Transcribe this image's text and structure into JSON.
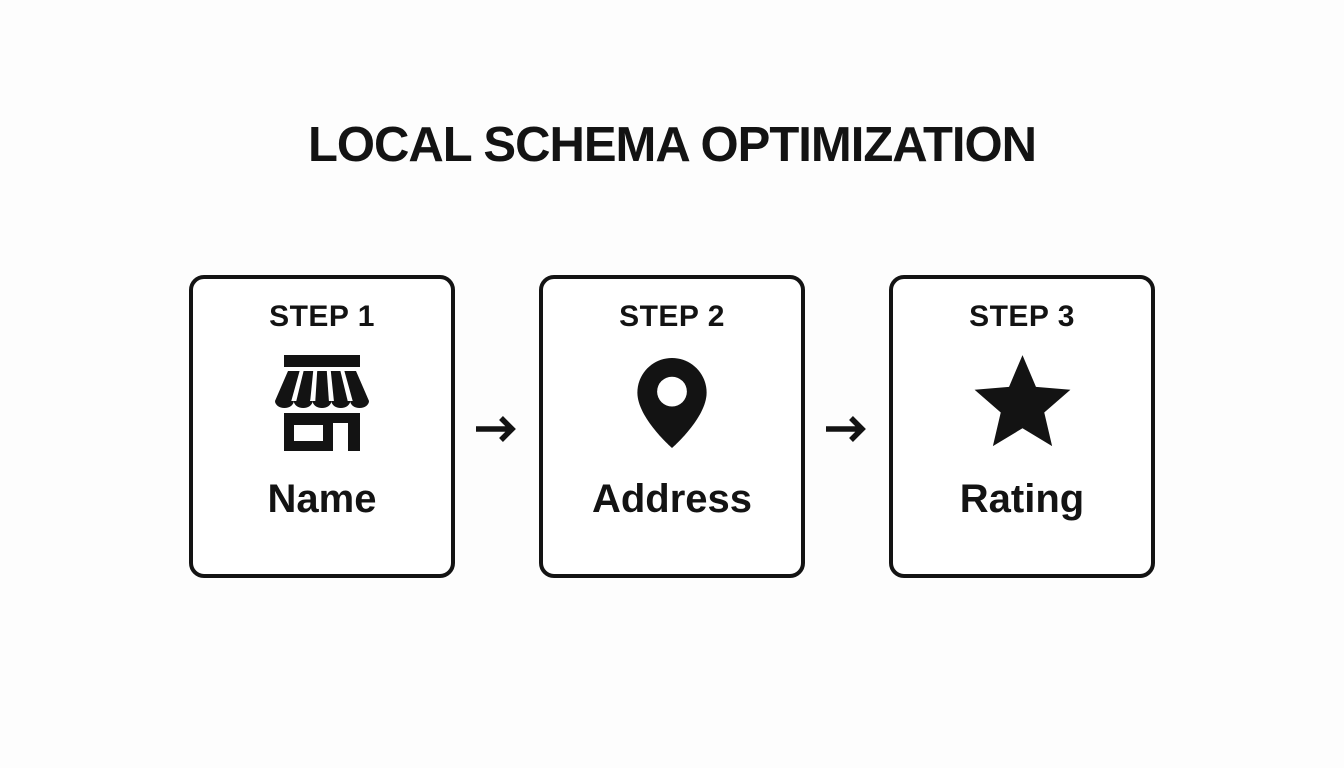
{
  "title": "LOCAL SCHEMA OPTIMIZATION",
  "steps": [
    {
      "step_label": "STEP 1",
      "icon": "storefront-icon",
      "label": "Name"
    },
    {
      "step_label": "STEP 2",
      "icon": "location-pin-icon",
      "label": "Address"
    },
    {
      "step_label": "STEP 3",
      "icon": "star-icon",
      "label": "Rating"
    }
  ],
  "colors": {
    "ink": "#131313",
    "background": "#fdfdfd",
    "card_background": "#ffffff"
  }
}
